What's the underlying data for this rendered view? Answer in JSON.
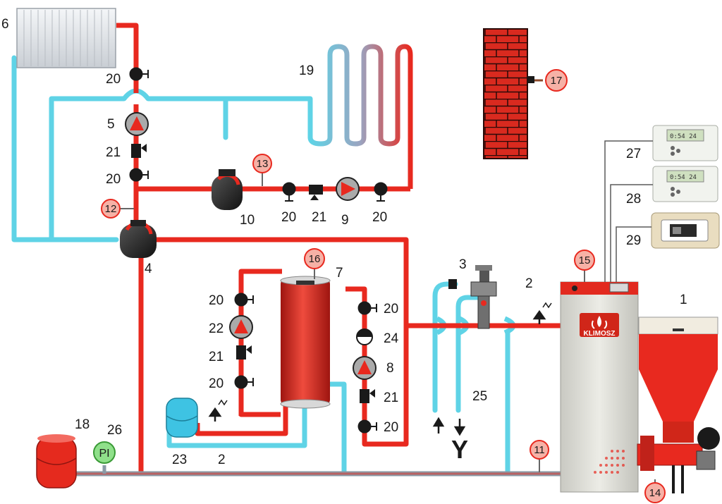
{
  "colors": {
    "hot_pipe": "#e8291f",
    "cold_pipe": "#5fd3e6",
    "sensor_fill": "#f6b1a6",
    "pi_fill": "#8fe08a",
    "brick": "#d92a1f",
    "valve": "#1a1a1a"
  },
  "labels": {
    "l1": "1",
    "l2a": "2",
    "l2b": "2",
    "l3": "3",
    "l4": "4",
    "l5": "5",
    "l6": "6",
    "l7": "7",
    "l8": "8",
    "l9": "9",
    "l10": "10",
    "l18": "18",
    "l19": "19",
    "l20a": "20",
    "l20b": "20",
    "l20c": "20",
    "l20d": "20",
    "l20e": "20",
    "l20f": "20",
    "l20g": "20",
    "l20h": "20",
    "l21a": "21",
    "l21b": "21",
    "l21c": "21",
    "l21d": "21",
    "l22": "22",
    "l23": "23",
    "l24": "24",
    "l25": "25",
    "l26": "26",
    "l27": "27",
    "l28": "28",
    "l29": "29"
  },
  "sensors": {
    "s11": "11",
    "s12": "12",
    "s13": "13",
    "s14": "14",
    "s15": "15",
    "s16": "16",
    "s17": "17"
  },
  "gauge": {
    "pi": "PI"
  },
  "drain": {
    "symbol": "Y"
  },
  "boiler": {
    "brand": "KLIMOSZ"
  },
  "controllers": {
    "display_27": "0:54  24",
    "display_28": "0:54  24"
  }
}
